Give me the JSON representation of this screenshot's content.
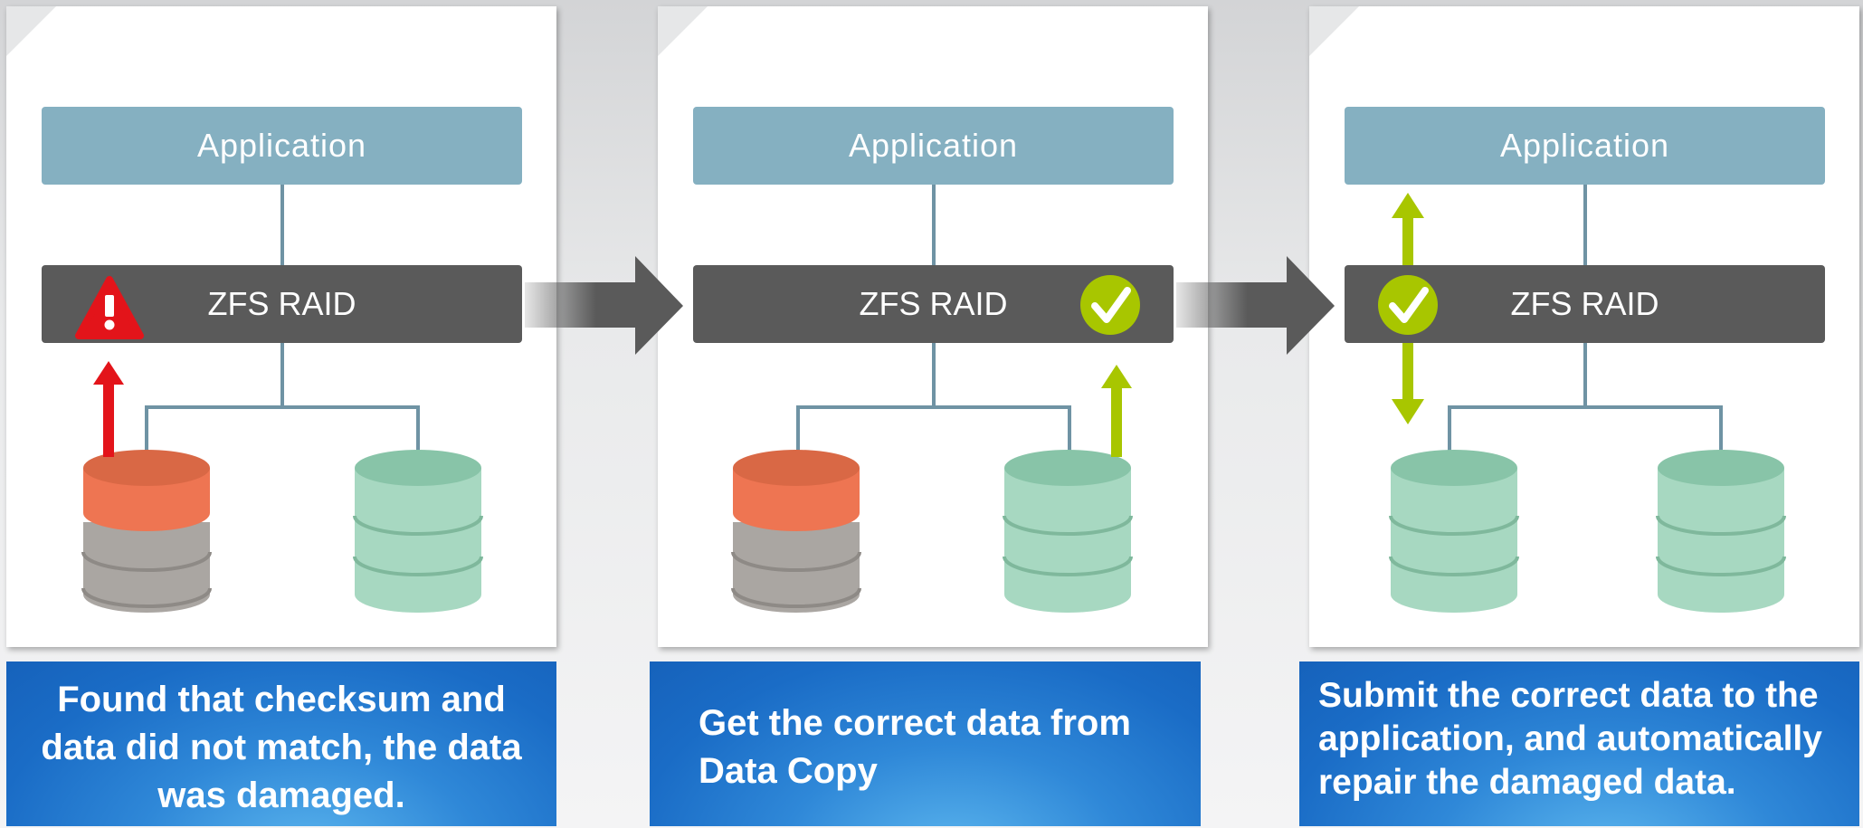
{
  "panels": [
    {
      "application": "Application",
      "raid": "ZFS RAID",
      "caption": "Found that checksum and data did not match, the data was damaged."
    },
    {
      "application": "Application",
      "raid": "ZFS RAID",
      "caption": "Get the correct data from Data Copy"
    },
    {
      "application": "Application",
      "raid": "ZFS RAID",
      "caption": "Submit the correct data to the application, and automatically repair the damaged data."
    }
  ],
  "colors": {
    "application_box": "#85b0c1",
    "raid_box": "#5a5a5a",
    "connector": "#6f93a4",
    "damaged_disk_top": "#ee7552",
    "damaged_disk_body": "#aaa6a2",
    "healthy_disk": "#a7d8c1",
    "error_red": "#e3141a",
    "ok_green": "#a8c600",
    "flow_arrow": "#5a5a5a",
    "caption_blue": "#1f74cc"
  },
  "icons": [
    "warning-icon",
    "checkmark-icon",
    "arrow-right-icon",
    "database-icon"
  ]
}
